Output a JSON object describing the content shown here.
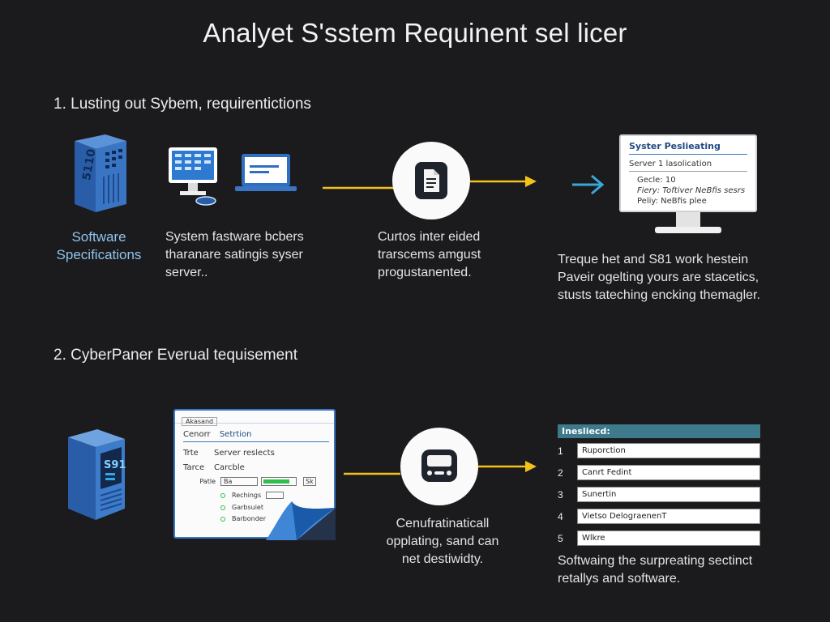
{
  "title": "Analyet S'sstem Requinent sel licer",
  "section1": {
    "heading": "1. Lusting out Sybem, requirentictions",
    "col1_caption": [
      "Software",
      "Specifications"
    ],
    "server_label": "5110",
    "col2_caption": [
      "System fastware bcbers",
      "tharanare satingis syser",
      "server.."
    ],
    "col3_caption": [
      "Curtos inter eided",
      "trarscems amgust",
      "progustanented."
    ],
    "monitor": {
      "header": "Syster Peslieating",
      "subheader": "Server 1 lasolication",
      "rows": [
        "Gecle: 10",
        "Fiery: Toftiver NeBfis sesrs",
        "Peliy: NeBfis plee"
      ]
    },
    "col4_caption": [
      "Treque het and S81 work hestein",
      "Paveir ogelting yours are stacetics,",
      "stusts tateching encking themagler."
    ]
  },
  "section2": {
    "heading": "2. CyberPaner Everual tequisement",
    "server_label": "S91",
    "window": {
      "tab": "Akasand",
      "header_left": "Cenorr",
      "header_right": "Setrtion",
      "rows": [
        {
          "left": "Trte",
          "right": "Server reslects"
        },
        {
          "left": "Tarce",
          "right": "Carcble"
        },
        {
          "left": "Patle",
          "field": "Ba",
          "end": "Sk"
        }
      ],
      "options": [
        "Rechings",
        "Garbsuiet",
        "Barbonder"
      ]
    },
    "col3_caption": [
      "Cenufratinaticall",
      "opplating, sand can",
      "net destiwidty."
    ],
    "list": {
      "header": "Inesliecd:",
      "items": [
        {
          "num": "1",
          "text": "Ruporction"
        },
        {
          "num": "2",
          "text": "Canrt Fedint"
        },
        {
          "num": "3",
          "text": "Sunertin"
        },
        {
          "num": "4",
          "text": "Vietso DelograenenT"
        },
        {
          "num": "5",
          "text": "Wlkre"
        }
      ]
    },
    "col4_caption": [
      "Softwaing the surpreating sectinct",
      "retallys and software."
    ]
  },
  "colors": {
    "background": "#1b1b1d",
    "arrow": "#f2c21b",
    "accent_blue": "#3b78c4",
    "cyan_arrow": "#39a7d8"
  }
}
